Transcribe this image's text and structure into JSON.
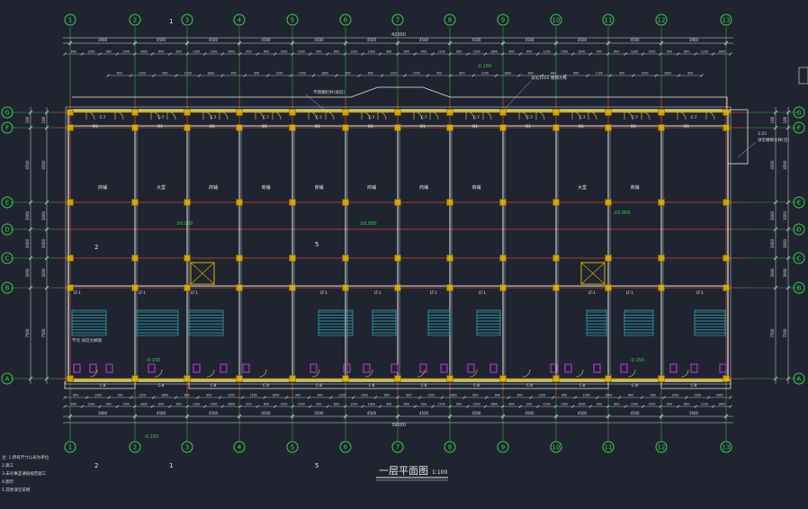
{
  "colors": {
    "background": "#1f2430",
    "dimension": "#d9dde4",
    "axis_circle": "#3fd04a",
    "axis_line": "#c0392b",
    "wall": "#e8e8e8",
    "column": "#e0b000",
    "room_text": "#e8e8e8",
    "elevation": "#3fd04a",
    "stair": "#2ec9d6",
    "door_swing": "#e8d44d",
    "fixture": "#c040e0",
    "title": "#e8e8e8"
  },
  "drawing": {
    "title": "一层平面图",
    "scale_note": "1:100",
    "notes": [
      "注: 1.所有尺寸以米为单位",
      "2.施工",
      "3.未尽事宜请按规范施工",
      "4.图示",
      "5.其他详见说明"
    ]
  },
  "axes": {
    "columns": [
      "1",
      "2",
      "3",
      "4",
      "5",
      "6",
      "7",
      "8",
      "9",
      "10",
      "11",
      "12",
      "13"
    ],
    "rows": [
      "G",
      "F",
      "E",
      "D",
      "C",
      "B",
      "A"
    ]
  },
  "dimensions": {
    "overall_top": "42000",
    "overall_bottom": "39000",
    "bays": [
      "3900",
      "4500",
      "4500",
      "4500",
      "4500",
      "4500",
      "4500",
      "4500",
      "4500",
      "4500",
      "4500",
      "3900"
    ],
    "left_right_side": [
      "180",
      "4500",
      "3000",
      "3000",
      "3000",
      "7500",
      "180"
    ],
    "detail_small": [
      "600",
      "1200",
      "900",
      "1500",
      "1800",
      "600",
      "900",
      "1200",
      "1500",
      "1800",
      "900",
      "600",
      "1200",
      "1500",
      "900",
      "600",
      "1200",
      "1800",
      "900",
      "600"
    ]
  },
  "rooms": [
    {
      "name": "商铺",
      "col": 1
    },
    {
      "name": "大堂",
      "col": 2
    },
    {
      "name": "商铺",
      "col": 3
    },
    {
      "name": "商铺",
      "col": 4
    },
    {
      "name": "商铺",
      "col": 5
    },
    {
      "name": "商铺",
      "col": 6
    },
    {
      "name": "商铺",
      "col": 7
    },
    {
      "name": "商铺",
      "col": 8
    },
    {
      "name": "大堂",
      "col": 10
    },
    {
      "name": "商铺",
      "col": 11
    }
  ],
  "labels": {
    "door": "M1",
    "window": "C-7",
    "window_bottom": "C-8",
    "stair": "LT-1",
    "elevation_main": "±0.000",
    "elevation_outdoor": "-0.150",
    "elevation_mid": "±0.000",
    "section_1": "1",
    "section_2": "2",
    "section_5": "5",
    "callout_top_1": "不锈钢栏杆(详见)",
    "callout_top_2": "详见1202 楼梯大样",
    "callout_right_1": "详见楼梯大样(见)",
    "callout_right_2": "1:25",
    "callout_left": "节点 详见大样图"
  }
}
